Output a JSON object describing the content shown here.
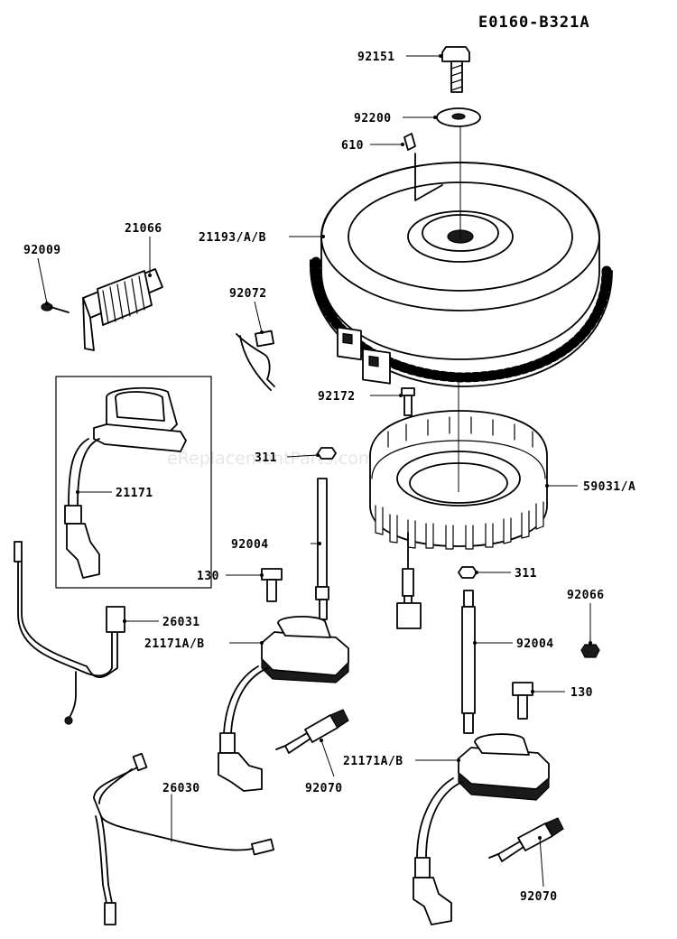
{
  "diagram_code": "E0160-B321A",
  "watermark": "eReplacementParts.com",
  "parts": {
    "p92151": "92151",
    "p92200": "92200",
    "p610": "610",
    "p21193": "21193/A/B",
    "p21066": "21066",
    "p92009": "92009",
    "p92072": "92072",
    "p92172": "92172",
    "p311a": "311",
    "p59031": "59031/A",
    "p21171": "21171",
    "p92004a": "92004",
    "p130a": "130",
    "p311b": "311",
    "p92066": "92066",
    "p26031": "26031",
    "p21171ab_a": "21171A/B",
    "p92004b": "92004",
    "p130b": "130",
    "p21171ab_b": "21171A/B",
    "p26030": "26030",
    "p92070a": "92070",
    "p92070b": "92070"
  }
}
